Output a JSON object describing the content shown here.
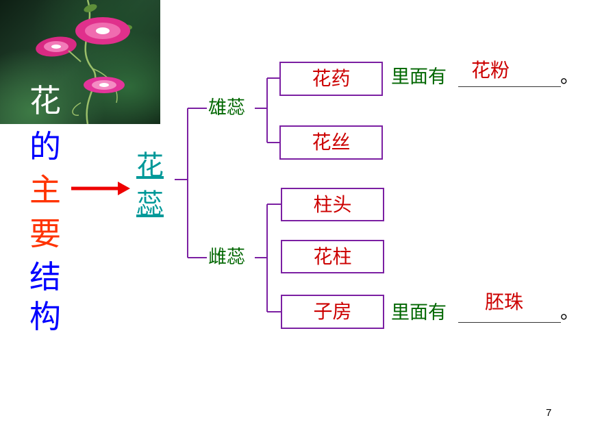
{
  "title_chars": [
    {
      "char": "花",
      "color": "#ffffff"
    },
    {
      "char": "的",
      "color": "#0000ff"
    },
    {
      "char": "主",
      "color": "#ff3300"
    },
    {
      "char": "要",
      "color": "#ff3300"
    },
    {
      "char": "结",
      "color": "#0000ff"
    },
    {
      "char": "构",
      "color": "#0000ff"
    }
  ],
  "root": {
    "line1": "花",
    "line2": "蕊"
  },
  "branches": [
    {
      "label": "雄蕊",
      "parts": [
        "花药",
        "花丝"
      ]
    },
    {
      "label": "雌蕊",
      "parts": [
        "柱头",
        "花柱",
        "子房"
      ]
    }
  ],
  "fill_in": [
    {
      "prefix": "里面有",
      "answer": "花粉",
      "suffix": "。"
    },
    {
      "prefix": "里面有",
      "answer": "胚珠",
      "suffix": "。"
    }
  ],
  "page_number": "7",
  "colors": {
    "box_border": "#7b1fa2",
    "part_text": "#cc0000",
    "branch_text": "#006600",
    "root_text": "#009999",
    "arrow": "#ee0000"
  }
}
